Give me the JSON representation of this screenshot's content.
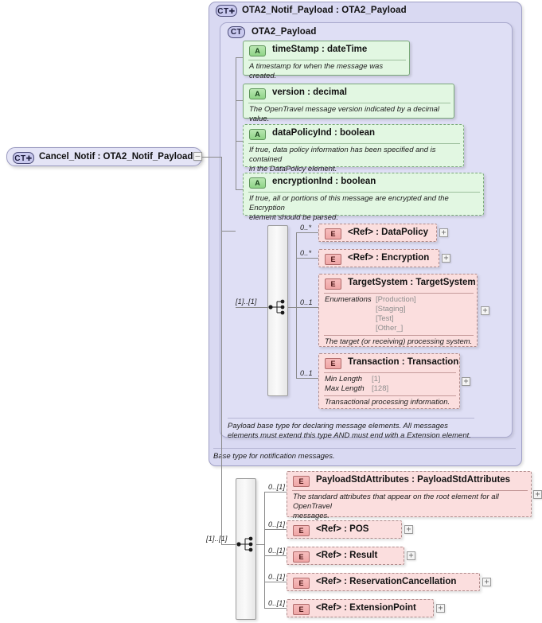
{
  "diagram": {
    "title": "XSD schema diagram",
    "root_element": {
      "badge": "CT",
      "badge_icon": "complex-type-plus-icon",
      "label": "Cancel_Notif : OTA2_Notif_Payload",
      "toggle": "–"
    },
    "outer_type": {
      "badge": "CT",
      "badge_icon": "complex-type-plus-icon",
      "label": "OTA2_Notif_Payload : OTA2_Payload",
      "note": "Base type for notification messages."
    },
    "inner_type": {
      "badge": "CT",
      "badge_icon": "complex-type-icon",
      "label": "OTA2_Payload",
      "note": "Payload base type for declaring message elements. All messages\nelements must extend this type AND must end with a Extension element."
    },
    "attributes": [
      {
        "badge": "A",
        "name": "timeStamp  : dateTime",
        "doc": "A timestamp for when the message was created.",
        "required": true
      },
      {
        "badge": "A",
        "name": "version    : decimal",
        "doc": "The OpenTravel message version indicated by a decimal value.",
        "required": true
      },
      {
        "badge": "A",
        "name": "dataPolicyInd : boolean",
        "doc": "If true, data policy information has been specified and is contained\nin the DataPolicy element.",
        "required": false
      },
      {
        "badge": "A",
        "name": "encryptionInd : boolean",
        "doc": "If true, all or portions of this message are encrypted and the Encryption\nelement should be parsed.",
        "required": false
      }
    ],
    "inner_sequence": {
      "cardinality": "[1]..[1]",
      "icon": "sequence-compositor-icon",
      "children": [
        {
          "cardinality": "0..*",
          "badge": "E",
          "name": "<Ref>      : DataPolicy",
          "expand": "+"
        },
        {
          "cardinality": "0..*",
          "badge": "E",
          "name": "<Ref>      : Encryption",
          "expand": "+"
        },
        {
          "cardinality": "0..1",
          "badge": "E",
          "name": "TargetSystem : TargetSystem",
          "facets": [
            {
              "key": "Enumerations",
              "value": "[Production]"
            },
            {
              "key": "",
              "value": "[Staging]"
            },
            {
              "key": "",
              "value": "[Test]"
            },
            {
              "key": "",
              "value": "[Other_]"
            }
          ],
          "doc": "The target (or receiving) processing system.",
          "expand": "+"
        },
        {
          "cardinality": "0..1",
          "badge": "E",
          "name": "Transaction : Transaction",
          "facets": [
            {
              "key": "Min Length",
              "value": "[1]"
            },
            {
              "key": "Max Length",
              "value": "[128]"
            }
          ],
          "doc": "Transactional processing information.",
          "expand": "+"
        }
      ]
    },
    "outer_sequence": {
      "cardinality": "[1]..[1]",
      "icon": "sequence-compositor-icon",
      "children": [
        {
          "cardinality": "0..[1]",
          "badge": "E",
          "name": "PayloadStdAttributes : PayloadStdAttributes",
          "doc": "The standard attributes that appear on the root element for all OpenTravel\nmessages.",
          "expand": "+"
        },
        {
          "cardinality": "0..[1]",
          "badge": "E",
          "name": "<Ref>      : POS",
          "expand": "+"
        },
        {
          "cardinality": "0..[1]",
          "badge": "E",
          "name": "<Ref>      : Result",
          "expand": "+"
        },
        {
          "cardinality": "0..[1]",
          "badge": "E",
          "name": "<Ref>      : ReservationCancellation",
          "expand": "+"
        },
        {
          "cardinality": "0..[1]",
          "badge": "E",
          "name": "<Ref>      : ExtensionPoint",
          "expand": "+"
        }
      ]
    }
  }
}
